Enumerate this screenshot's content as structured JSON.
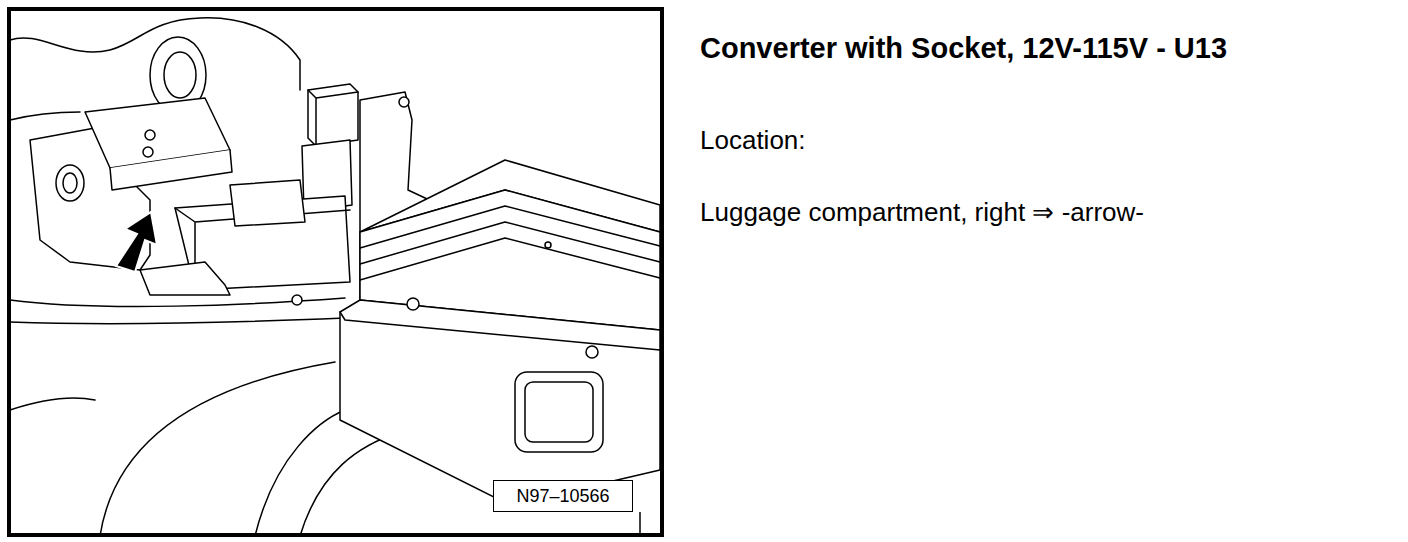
{
  "diagram": {
    "title": "Converter with Socket, 12V-115V - U13",
    "nodes": [
      {
        "text": [
          "N97–10566"
        ]
      }
    ],
    "edges": [],
    "labels": [
      "Location:",
      "Luggage compartment, right ⇒ -arrow-"
    ]
  }
}
